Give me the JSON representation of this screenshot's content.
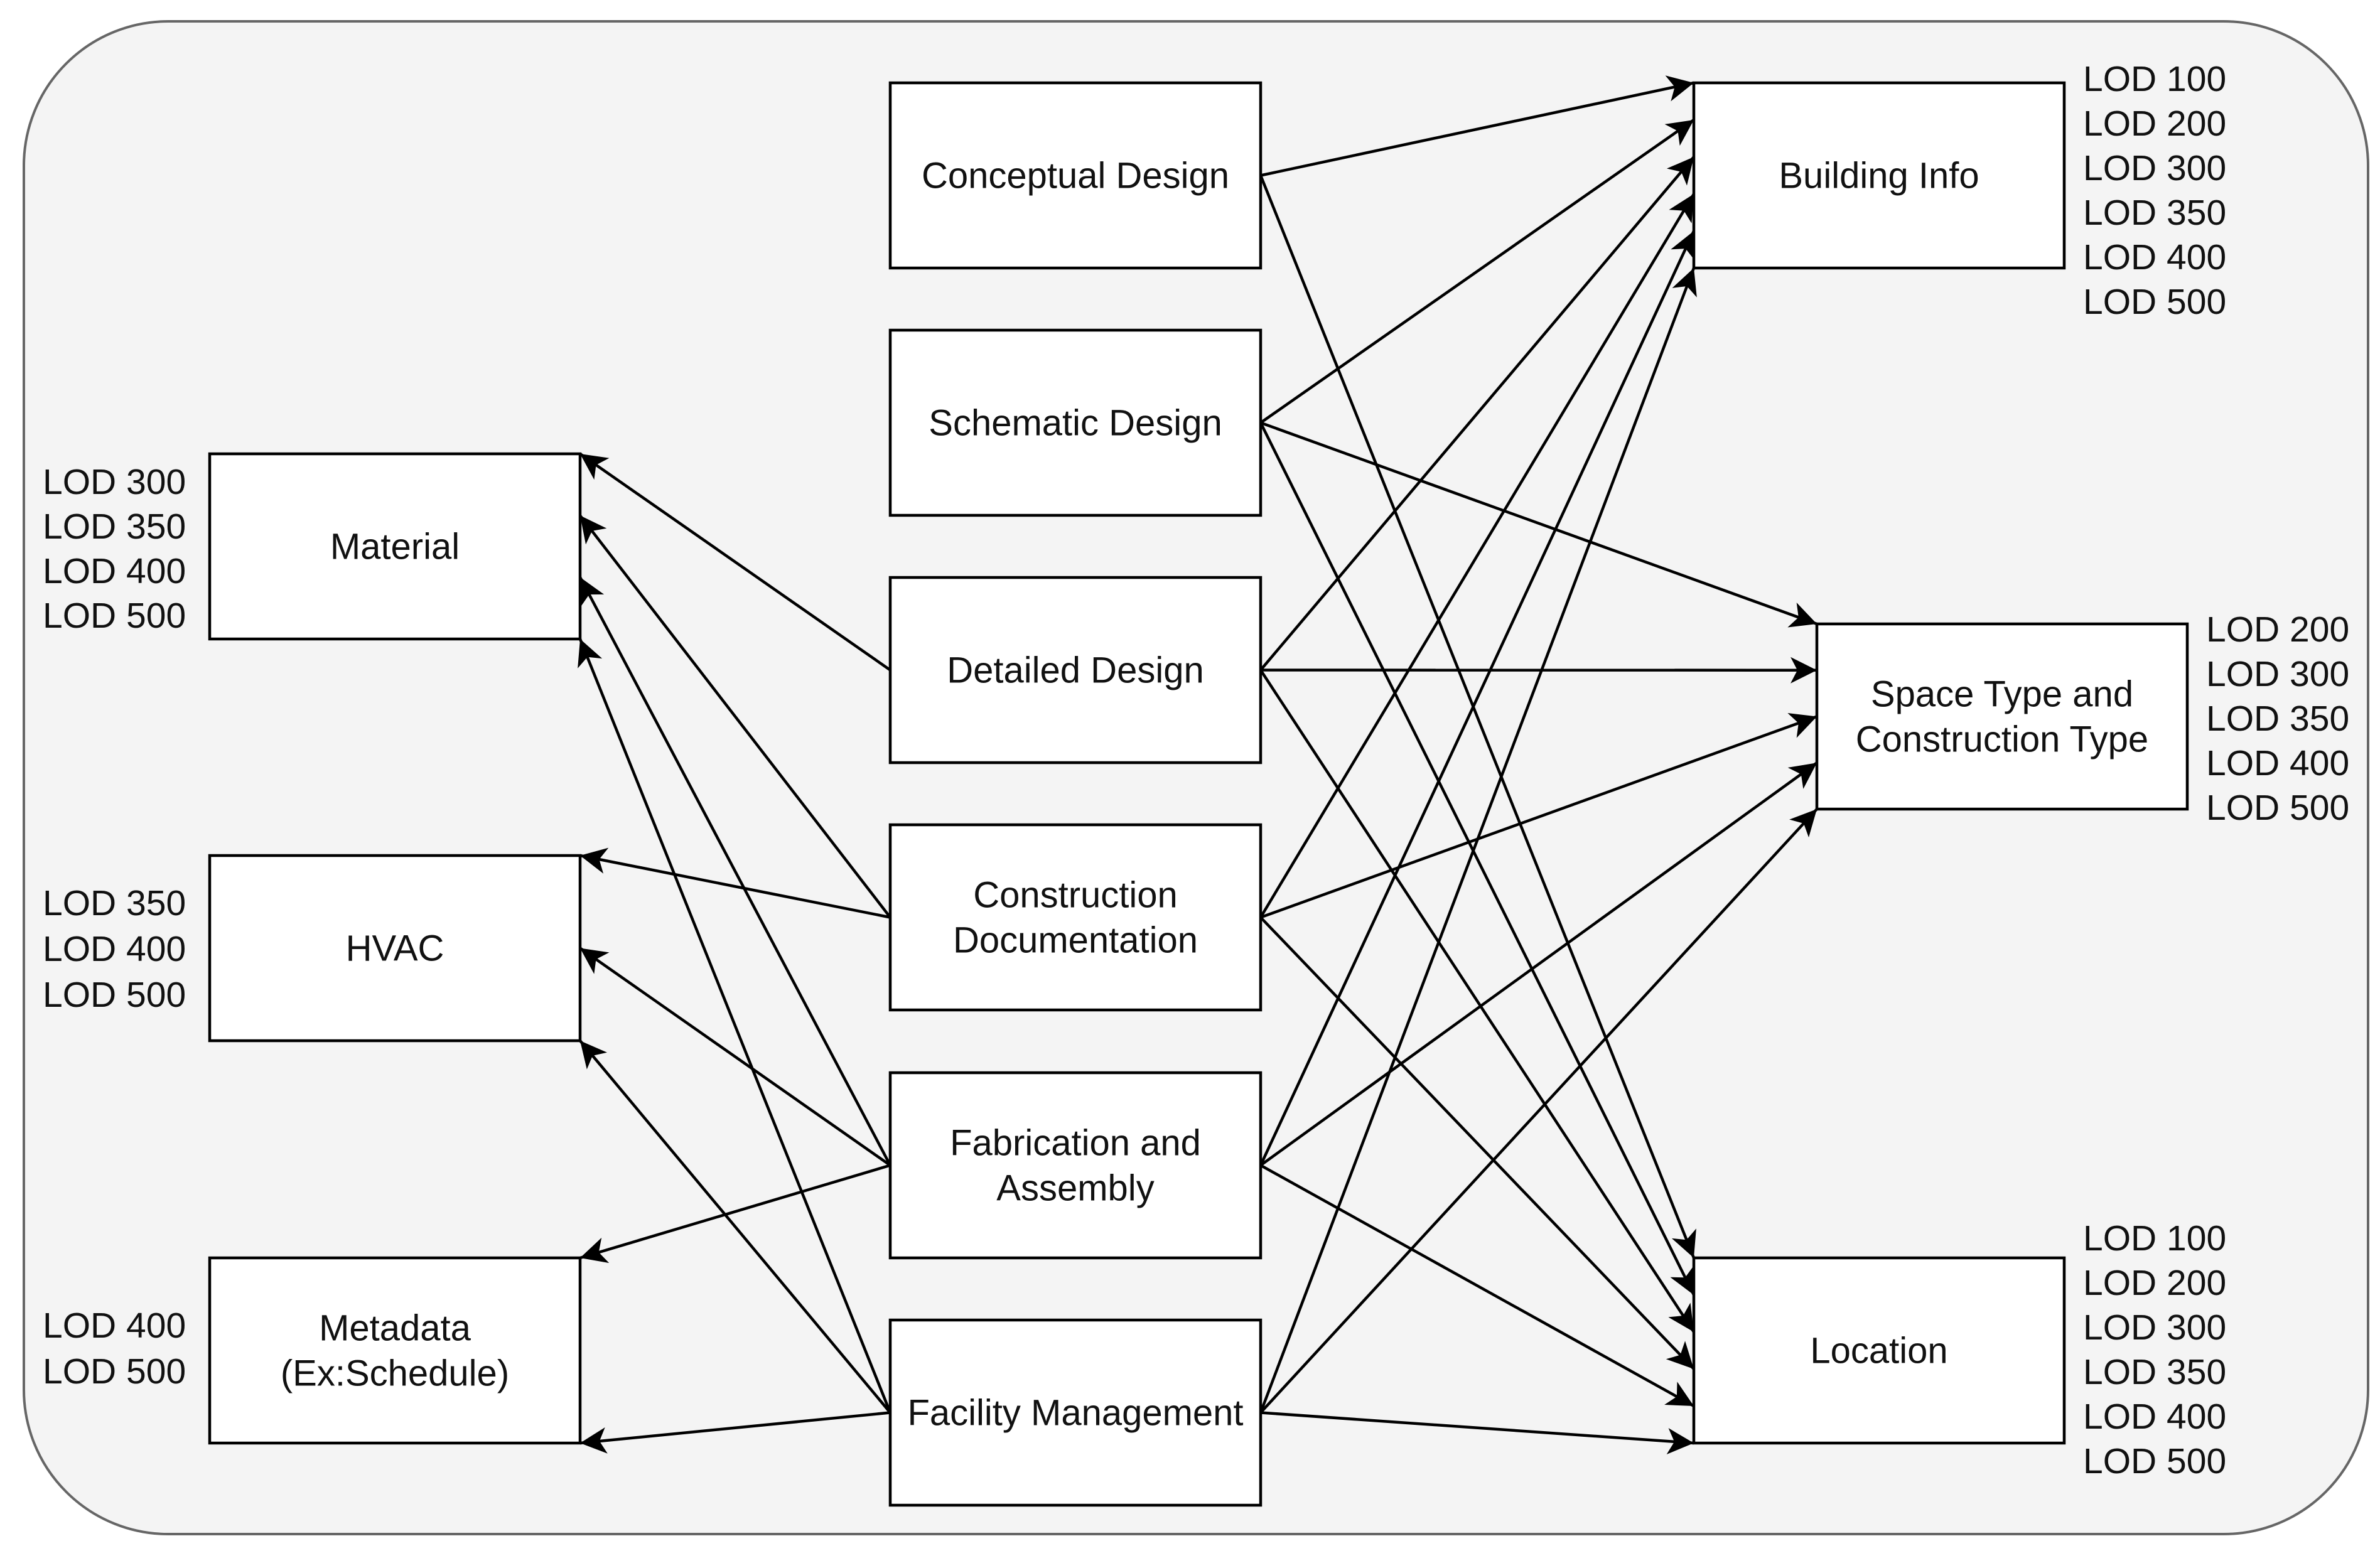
{
  "nodes": {
    "conceptual": {
      "lines": [
        "Conceptual Design"
      ]
    },
    "schematic": {
      "lines": [
        "Schematic Design"
      ]
    },
    "detailed": {
      "lines": [
        "Detailed Design"
      ]
    },
    "construction": {
      "lines": [
        "Construction",
        "Documentation"
      ]
    },
    "fabrication": {
      "lines": [
        "Fabrication and",
        "Assembly"
      ]
    },
    "facility": {
      "lines": [
        "Facility Management"
      ]
    },
    "material": {
      "lines": [
        "Material"
      ]
    },
    "hvac": {
      "lines": [
        "HVAC"
      ]
    },
    "metadata": {
      "lines": [
        "Metadata",
        "(Ex:Schedule)"
      ]
    },
    "building": {
      "lines": [
        "Building Info"
      ]
    },
    "space": {
      "lines": [
        "Space Type and",
        "Construction Type"
      ]
    },
    "location": {
      "lines": [
        "Location"
      ]
    }
  },
  "lod_labels": {
    "material": [
      "LOD 300",
      "LOD 350",
      "LOD 400",
      "LOD 500"
    ],
    "hvac": [
      "LOD 350",
      "LOD 400",
      "LOD 500"
    ],
    "metadata": [
      "LOD 400",
      "LOD 500"
    ],
    "building": [
      "LOD 100",
      "LOD 200",
      "LOD 300",
      "LOD 350",
      "LOD 400",
      "LOD 500"
    ],
    "space": [
      "LOD 200",
      "LOD 300",
      "LOD 350",
      "LOD 400",
      "LOD 500"
    ],
    "location": [
      "LOD 100",
      "LOD 200",
      "LOD 300",
      "LOD 350",
      "LOD 400",
      "LOD 500"
    ]
  },
  "edges": [
    [
      "conceptual",
      "building"
    ],
    [
      "conceptual",
      "location"
    ],
    [
      "schematic",
      "building"
    ],
    [
      "schematic",
      "space"
    ],
    [
      "schematic",
      "location"
    ],
    [
      "detailed",
      "material"
    ],
    [
      "detailed",
      "building"
    ],
    [
      "detailed",
      "space"
    ],
    [
      "detailed",
      "location"
    ],
    [
      "construction",
      "material"
    ],
    [
      "construction",
      "hvac"
    ],
    [
      "construction",
      "building"
    ],
    [
      "construction",
      "space"
    ],
    [
      "construction",
      "location"
    ],
    [
      "fabrication",
      "material"
    ],
    [
      "fabrication",
      "hvac"
    ],
    [
      "fabrication",
      "metadata"
    ],
    [
      "fabrication",
      "building"
    ],
    [
      "fabrication",
      "space"
    ],
    [
      "fabrication",
      "location"
    ],
    [
      "facility",
      "material"
    ],
    [
      "facility",
      "hvac"
    ],
    [
      "facility",
      "metadata"
    ],
    [
      "facility",
      "building"
    ],
    [
      "facility",
      "space"
    ],
    [
      "facility",
      "location"
    ]
  ]
}
